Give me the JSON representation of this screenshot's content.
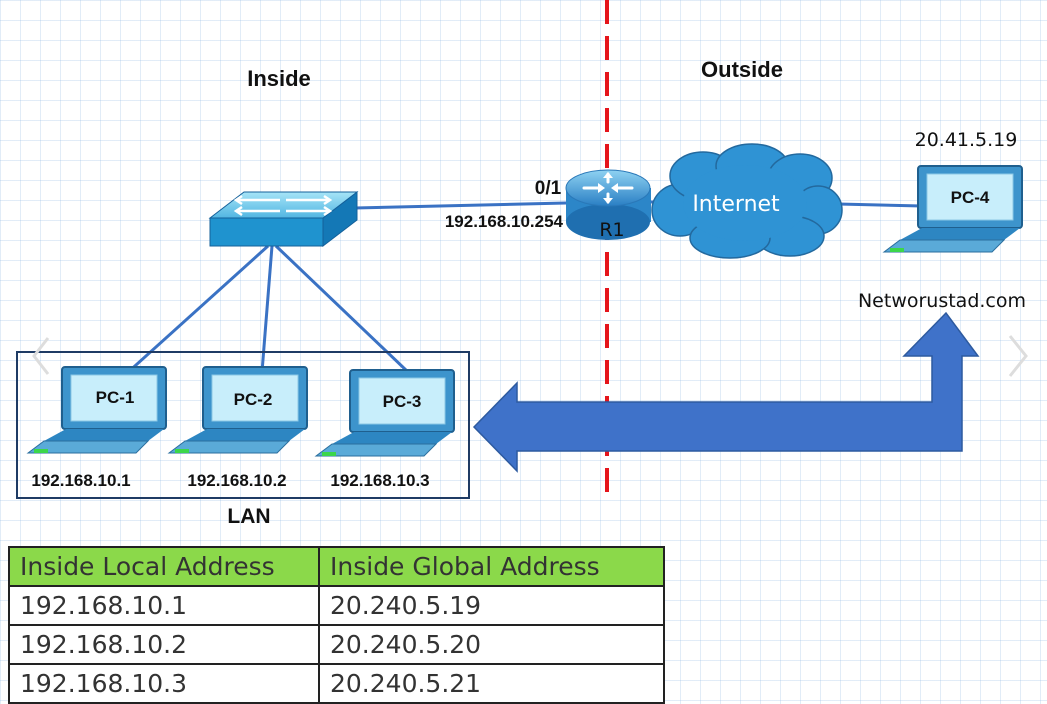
{
  "zones": {
    "inside_label": "Inside",
    "outside_label": "Outside",
    "lan_label": "LAN"
  },
  "router": {
    "name": "R1",
    "interface": "0/1",
    "ip": "192.168.10.254"
  },
  "cloud": {
    "label": "Internet"
  },
  "hosts": [
    {
      "name": "PC-1",
      "ip": "192.168.10.1"
    },
    {
      "name": "PC-2",
      "ip": "192.168.10.2"
    },
    {
      "name": "PC-3",
      "ip": "192.168.10.3"
    }
  ],
  "remote": {
    "name": "PC-4",
    "ip": "20.41.5.19",
    "domain": "Networustad.com"
  },
  "nat_table": {
    "headers": [
      "Inside Local Address",
      "Inside Global Address"
    ],
    "rows": [
      [
        "192.168.10.1",
        "20.240.5.19"
      ],
      [
        "192.168.10.2",
        "20.240.5.20"
      ],
      [
        "192.168.10.3",
        "20.240.5.21"
      ]
    ]
  },
  "colors": {
    "device_blue": "#2f93d4",
    "link_blue": "#3a72c4",
    "arrow_blue": "#3f72c9",
    "divider_red": "#e5151b",
    "table_header_green": "#8bd94a"
  }
}
